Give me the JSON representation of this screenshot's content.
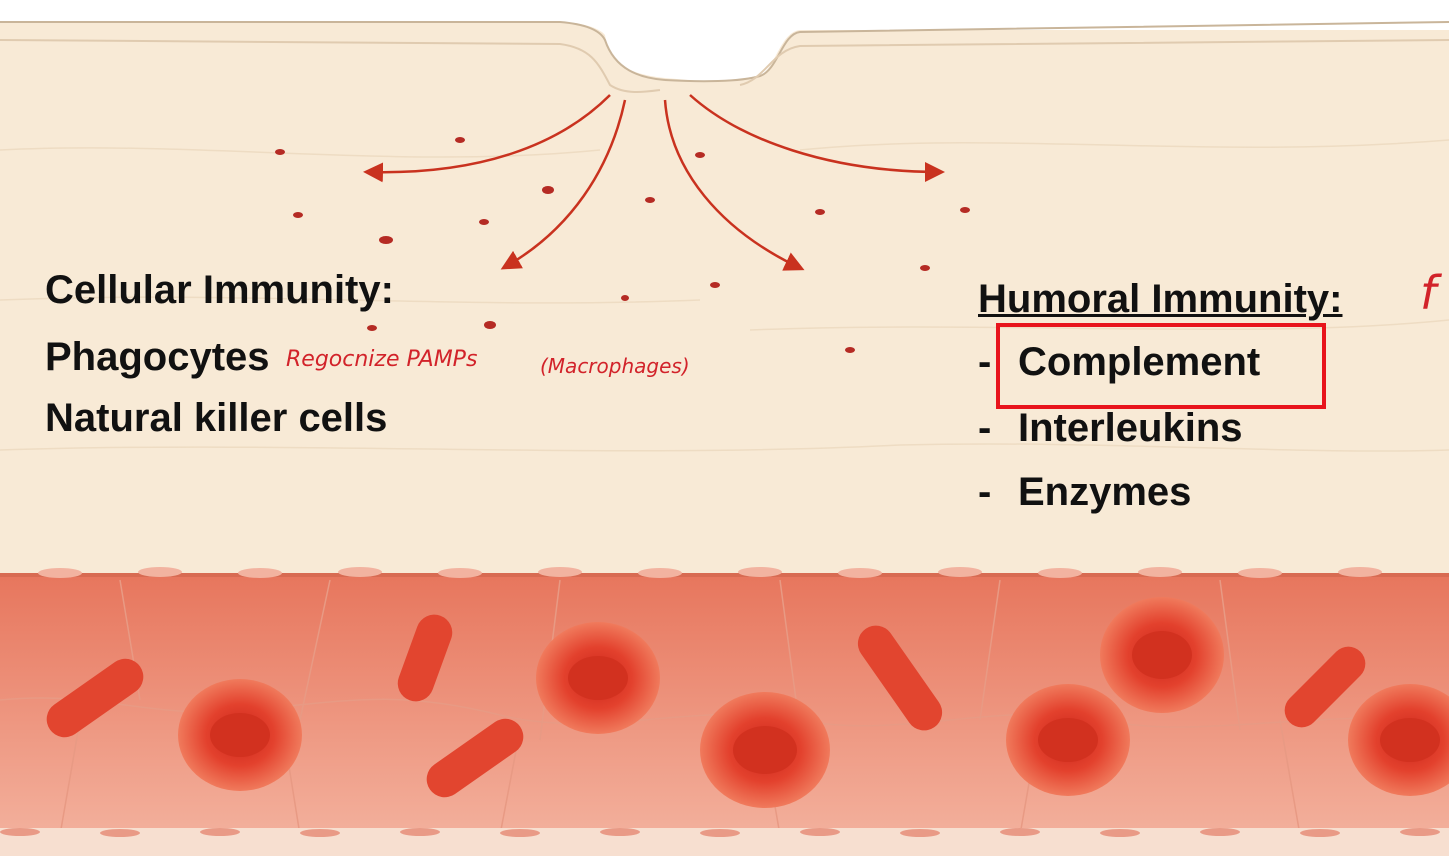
{
  "cellular": {
    "heading": "Cellular Immunity:",
    "phagocytes": "Phagocytes",
    "phagocytes_note": "Regocnize PAMPs",
    "phagocytes_note2": "(Macrophages)",
    "nk": "Natural killer cells"
  },
  "humoral": {
    "heading": "Humoral Immunity:",
    "heading_note": "f",
    "bullet": "-",
    "items": [
      "Complement",
      "Interleukins",
      "Enzymes"
    ]
  },
  "colors": {
    "tissue": "#f8ead6",
    "vessel": "#e8846a",
    "rbc": "#e2402e",
    "annotation": "#d2232a",
    "highlight_box": "#e8141c"
  }
}
